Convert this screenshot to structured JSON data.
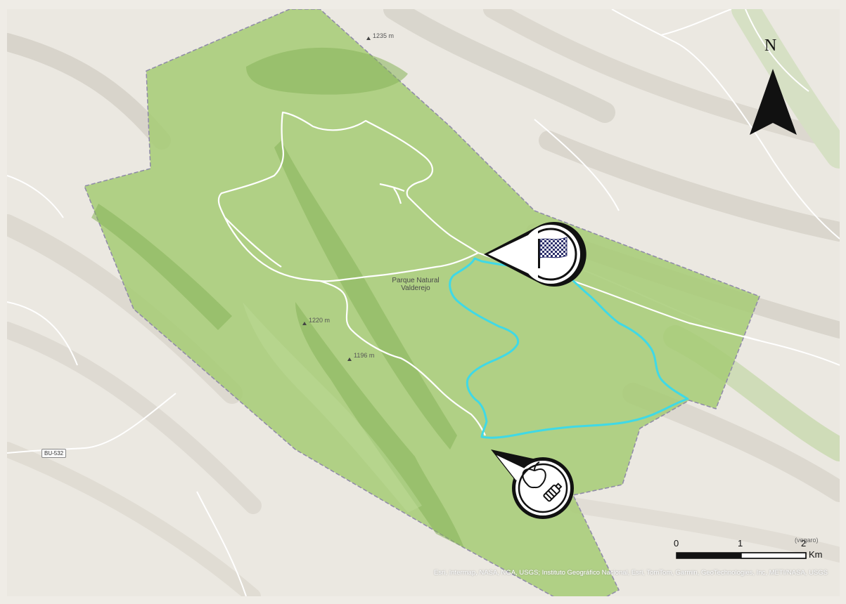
{
  "map": {
    "park_name_line1": "Parque Natural",
    "park_name_line2": "Valderejo",
    "peaks": [
      "1235 m",
      "1220 m",
      "1196 m"
    ],
    "road_label": "BU-532",
    "north_label": "N",
    "scale": {
      "ticks": [
        "0",
        "1",
        "2"
      ],
      "unit": "Km",
      "note": "(vegaro)"
    },
    "attribution": "Esri, Intermap, NASA, NGA, USGS; Instituto Geográfico Nacional, Esri, TomTom, Garmin, GeoTechnologies, Inc, METI/NASA, USGS",
    "markers": {
      "finish": "finish-flag",
      "food": "food-and-water"
    },
    "colors": {
      "park_fill": "#9cc56b",
      "route": "#3fd9e6",
      "trail": "#ffffff",
      "boundary": "#8f8aa8"
    }
  }
}
